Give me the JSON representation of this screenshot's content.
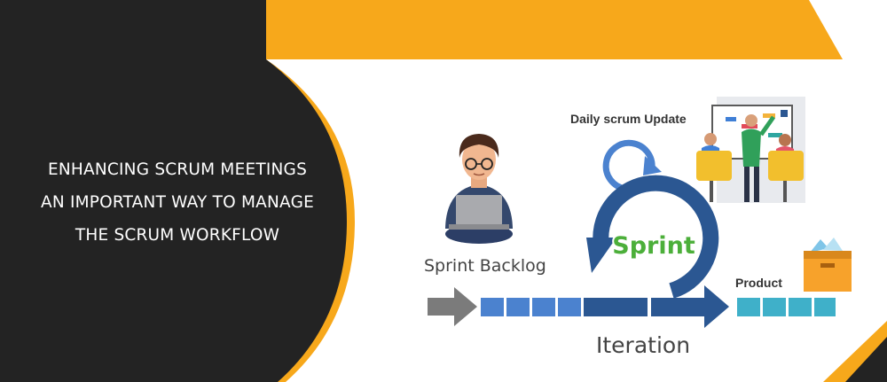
{
  "headline": {
    "line1": "ENHANCING SCRUM MEETINGS",
    "line2": "AN IMPORTANT WAY TO MANAGE",
    "line3": "THE SCRUM WORKFLOW"
  },
  "diagram": {
    "daily_update": "Daily scrum Update",
    "sprint": "Sprint",
    "sprint_backlog": "Sprint Backlog",
    "product": "Product",
    "iteration": "Iteration"
  },
  "colors": {
    "dark_panel": "#232323",
    "accent": "#f7a81b",
    "cycle_blue": "#2b5792",
    "light_blue": "#4b82cf",
    "cyan_box": "#3fb0c9",
    "sprint_green": "#4caf3a",
    "arrow_gray": "#7b7b7b"
  }
}
